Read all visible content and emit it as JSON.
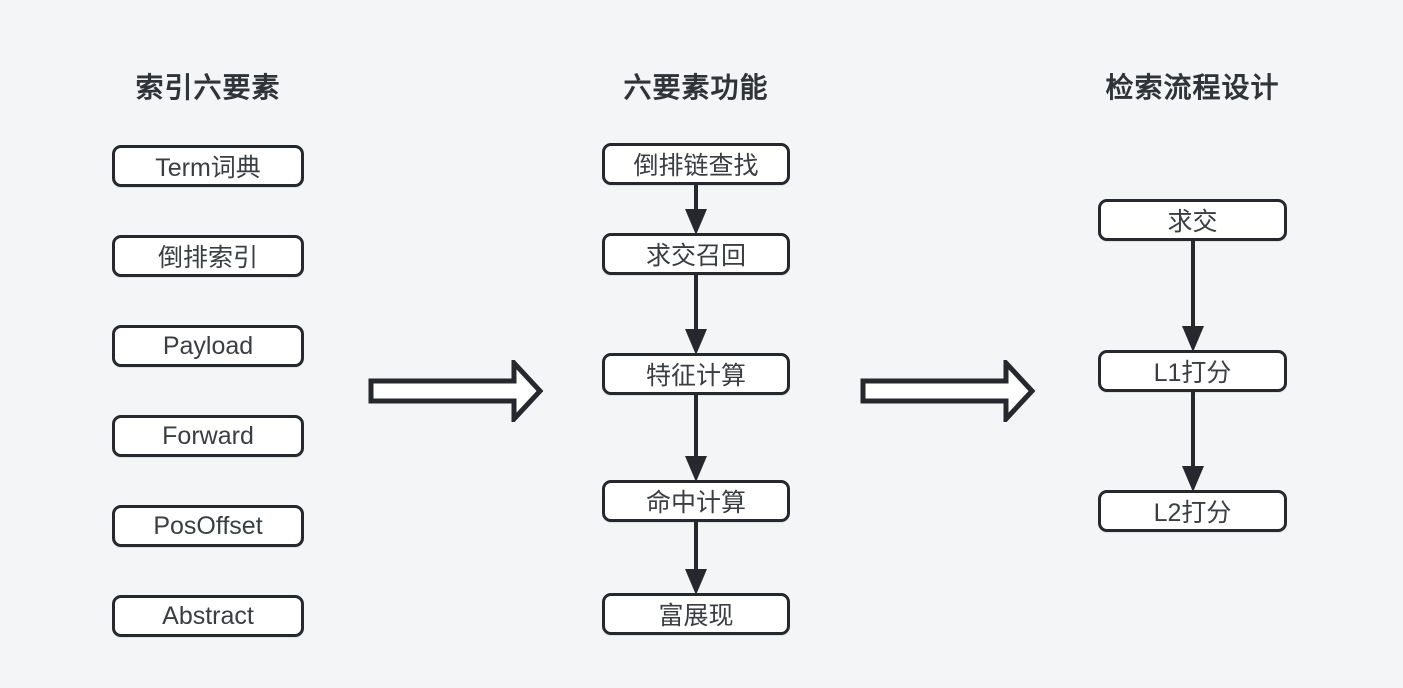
{
  "diagram": {
    "columns": [
      {
        "id": "index-elements",
        "title": "索引六要素",
        "boxes": [
          "Term词典",
          "倒排索引",
          "Payload",
          "Forward",
          "PosOffset",
          "Abstract"
        ],
        "connected": false
      },
      {
        "id": "element-functions",
        "title": "六要素功能",
        "boxes": [
          "倒排链查找",
          "求交召回",
          "特征计算",
          "命中计算",
          "富展现"
        ],
        "connected": true
      },
      {
        "id": "retrieval-flow",
        "title": "检索流程设计",
        "boxes": [
          "求交",
          "L1打分",
          "L2打分"
        ],
        "connected": true
      }
    ],
    "colors": {
      "background": "#f4f5f6",
      "box_fill": "#ffffff",
      "line": "#26282e",
      "text": "#3a3d42"
    }
  }
}
